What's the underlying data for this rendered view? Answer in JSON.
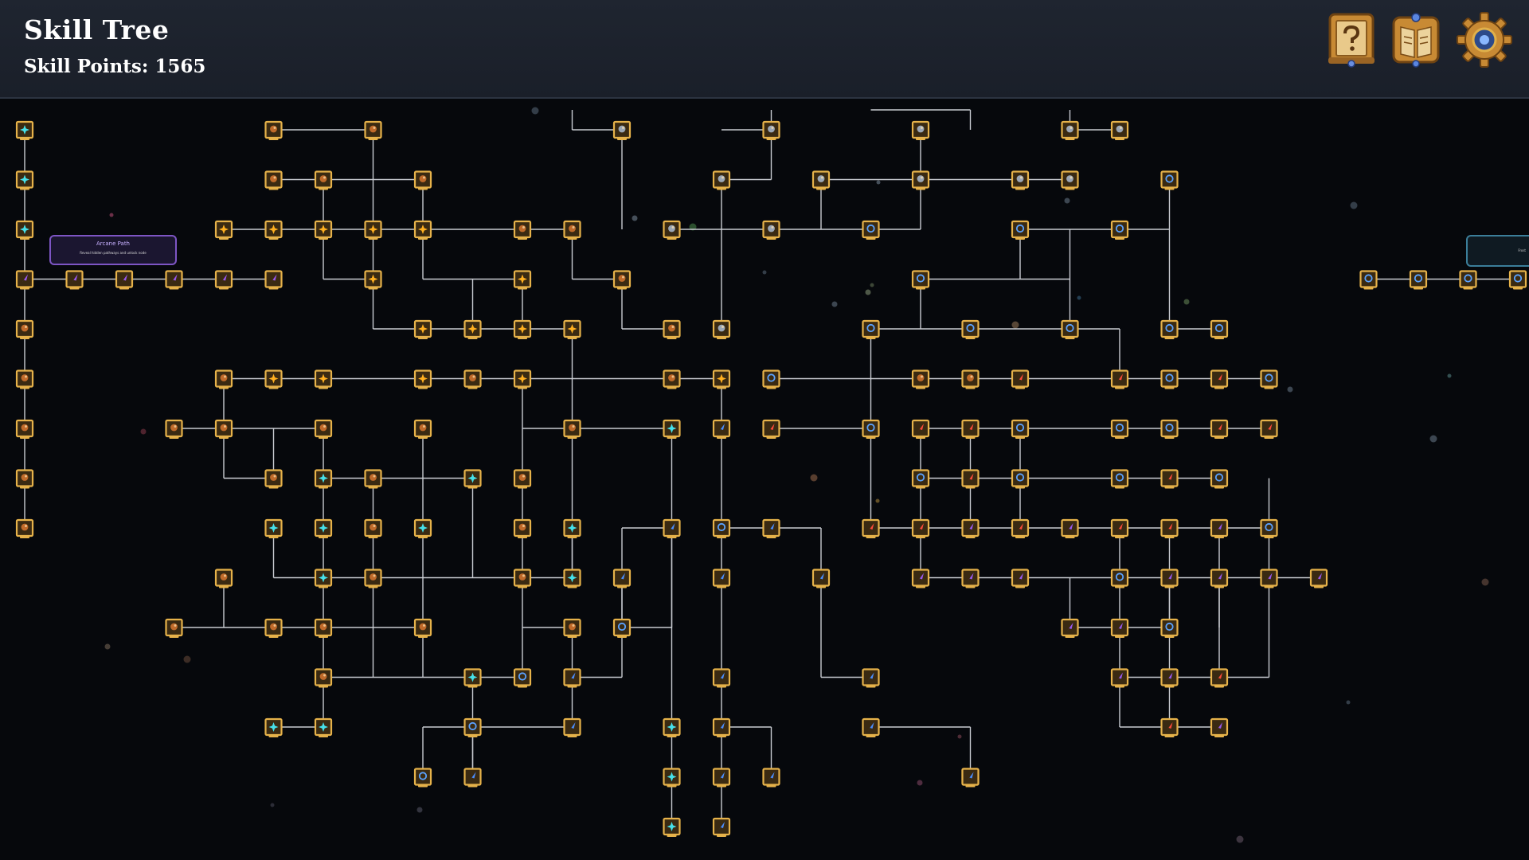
{
  "header": {
    "title": "Skill Tree",
    "skill_points": "Skill Points: 1565",
    "buttons": [
      {
        "name": "help-button",
        "icon": "question-scroll-icon"
      },
      {
        "name": "book-button",
        "icon": "spellbook-icon"
      },
      {
        "name": "settings-button",
        "icon": "gear-icon"
      }
    ]
  },
  "tooltips": {
    "left": {
      "title": "Arcane Path",
      "body": "Reveal hidden pathways and unlock node"
    },
    "right": {
      "title": "Frost"
    }
  },
  "colors": {
    "background": "#06080c",
    "header": "#1f2530",
    "node_frame": "#e6b24a",
    "node_inner": "#3a2a12",
    "connector": "#c9ccd2",
    "types": {
      "cyan": "#46e0ea",
      "fire": "#ffb020",
      "brown": "#c06a2a",
      "purple": "#9a58f0",
      "blue": "#4a8dff",
      "red": "#ff4a3c",
      "gray": "#9aa6b5",
      "ring": "#5aa2ff"
    }
  },
  "skill_tree": {
    "node_types": {
      "c": "cyan",
      "f": "fire",
      "b": "brown",
      "p": "purple",
      "u": "blue",
      "r": "red",
      "g": "gray",
      "o": "ring"
    },
    "nodes": [
      [
        0,
        0,
        "c"
      ],
      [
        0,
        1,
        "c"
      ],
      [
        0,
        2,
        "c"
      ],
      [
        0,
        3,
        "p"
      ],
      [
        0,
        4,
        "b"
      ],
      [
        0,
        5,
        "b"
      ],
      [
        0,
        6,
        "b"
      ],
      [
        0,
        7,
        "b"
      ],
      [
        0,
        8,
        "b"
      ],
      [
        1,
        3,
        "p"
      ],
      [
        2,
        3,
        "p"
      ],
      [
        3,
        3,
        "p"
      ],
      [
        4,
        3,
        "p"
      ],
      [
        5,
        3,
        "p"
      ],
      [
        5,
        0,
        "b"
      ],
      [
        7,
        0,
        "b"
      ],
      [
        5,
        1,
        "b"
      ],
      [
        6,
        1,
        "b"
      ],
      [
        8,
        1,
        "b"
      ],
      [
        4,
        2,
        "f"
      ],
      [
        5,
        2,
        "f"
      ],
      [
        6,
        2,
        "f"
      ],
      [
        7,
        2,
        "f"
      ],
      [
        8,
        2,
        "f"
      ],
      [
        10,
        2,
        "b"
      ],
      [
        11,
        2,
        "b"
      ],
      [
        7,
        3,
        "f"
      ],
      [
        10,
        3,
        "f"
      ],
      [
        12,
        3,
        "b"
      ],
      [
        8,
        4,
        "f"
      ],
      [
        9,
        4,
        "f"
      ],
      [
        10,
        4,
        "f"
      ],
      [
        11,
        4,
        "f"
      ],
      [
        13,
        4,
        "b"
      ],
      [
        14,
        4,
        "g"
      ],
      [
        4,
        5,
        "b"
      ],
      [
        5,
        5,
        "f"
      ],
      [
        6,
        5,
        "f"
      ],
      [
        8,
        5,
        "f"
      ],
      [
        9,
        5,
        "b"
      ],
      [
        10,
        5,
        "f"
      ],
      [
        13,
        5,
        "b"
      ],
      [
        14,
        5,
        "f"
      ],
      [
        15,
        5,
        "o"
      ],
      [
        3,
        6,
        "b"
      ],
      [
        4,
        6,
        "b"
      ],
      [
        6,
        6,
        "b"
      ],
      [
        8,
        6,
        "b"
      ],
      [
        11,
        6,
        "b"
      ],
      [
        13,
        6,
        "c"
      ],
      [
        14,
        6,
        "u"
      ],
      [
        15,
        6,
        "r"
      ],
      [
        5,
        7,
        "b"
      ],
      [
        6,
        7,
        "c"
      ],
      [
        7,
        7,
        "b"
      ],
      [
        9,
        7,
        "c"
      ],
      [
        10,
        7,
        "b"
      ],
      [
        5,
        8,
        "c"
      ],
      [
        6,
        8,
        "c"
      ],
      [
        7,
        8,
        "b"
      ],
      [
        8,
        8,
        "c"
      ],
      [
        10,
        8,
        "b"
      ],
      [
        11,
        8,
        "c"
      ],
      [
        13,
        8,
        "u"
      ],
      [
        14,
        8,
        "o"
      ],
      [
        15,
        8,
        "u"
      ],
      [
        4,
        9,
        "b"
      ],
      [
        6,
        9,
        "c"
      ],
      [
        7,
        9,
        "b"
      ],
      [
        10,
        9,
        "b"
      ],
      [
        11,
        9,
        "c"
      ],
      [
        12,
        9,
        "u"
      ],
      [
        14,
        9,
        "u"
      ],
      [
        16,
        9,
        "u"
      ],
      [
        3,
        10,
        "b"
      ],
      [
        5,
        10,
        "b"
      ],
      [
        6,
        10,
        "b"
      ],
      [
        8,
        10,
        "b"
      ],
      [
        11,
        10,
        "b"
      ],
      [
        12,
        10,
        "o"
      ],
      [
        6,
        11,
        "b"
      ],
      [
        9,
        11,
        "c"
      ],
      [
        10,
        11,
        "o"
      ],
      [
        11,
        11,
        "u"
      ],
      [
        14,
        11,
        "u"
      ],
      [
        17,
        11,
        "u"
      ],
      [
        5,
        12,
        "c"
      ],
      [
        6,
        12,
        "c"
      ],
      [
        9,
        12,
        "o"
      ],
      [
        11,
        12,
        "u"
      ],
      [
        13,
        12,
        "c"
      ],
      [
        14,
        12,
        "u"
      ],
      [
        17,
        12,
        "u"
      ],
      [
        8,
        13,
        "o"
      ],
      [
        9,
        13,
        "u"
      ],
      [
        13,
        13,
        "c"
      ],
      [
        14,
        13,
        "u"
      ],
      [
        15,
        13,
        "u"
      ],
      [
        19,
        13,
        "u"
      ],
      [
        13,
        14,
        "c"
      ],
      [
        14,
        14,
        "u"
      ],
      [
        12,
        0,
        "g"
      ],
      [
        15,
        0,
        "g"
      ],
      [
        18,
        0,
        "g"
      ],
      [
        21,
        0,
        "g"
      ],
      [
        22,
        0,
        "g"
      ],
      [
        14,
        1,
        "g"
      ],
      [
        16,
        1,
        "g"
      ],
      [
        18,
        1,
        "g"
      ],
      [
        20,
        1,
        "g"
      ],
      [
        21,
        1,
        "g"
      ],
      [
        23,
        1,
        "o"
      ],
      [
        13,
        2,
        "g"
      ],
      [
        15,
        2,
        "g"
      ],
      [
        17,
        2,
        "o"
      ],
      [
        20,
        2,
        "o"
      ],
      [
        22,
        2,
        "o"
      ],
      [
        18,
        3,
        "o"
      ],
      [
        17,
        4,
        "o"
      ],
      [
        19,
        4,
        "o"
      ],
      [
        21,
        4,
        "o"
      ],
      [
        23,
        4,
        "o"
      ],
      [
        24,
        4,
        "o"
      ],
      [
        18,
        5,
        "b"
      ],
      [
        19,
        5,
        "b"
      ],
      [
        20,
        5,
        "r"
      ],
      [
        22,
        5,
        "r"
      ],
      [
        23,
        5,
        "o"
      ],
      [
        24,
        5,
        "r"
      ],
      [
        25,
        5,
        "o"
      ],
      [
        17,
        6,
        "o"
      ],
      [
        18,
        6,
        "r"
      ],
      [
        19,
        6,
        "r"
      ],
      [
        20,
        6,
        "o"
      ],
      [
        22,
        6,
        "o"
      ],
      [
        23,
        6,
        "o"
      ],
      [
        24,
        6,
        "r"
      ],
      [
        25,
        6,
        "r"
      ],
      [
        18,
        7,
        "o"
      ],
      [
        19,
        7,
        "r"
      ],
      [
        20,
        7,
        "o"
      ],
      [
        22,
        7,
        "o"
      ],
      [
        23,
        7,
        "r"
      ],
      [
        24,
        7,
        "o"
      ],
      [
        17,
        8,
        "r"
      ],
      [
        18,
        8,
        "r"
      ],
      [
        19,
        8,
        "p"
      ],
      [
        20,
        8,
        "r"
      ],
      [
        21,
        8,
        "p"
      ],
      [
        22,
        8,
        "r"
      ],
      [
        23,
        8,
        "r"
      ],
      [
        24,
        8,
        "p"
      ],
      [
        25,
        8,
        "o"
      ],
      [
        18,
        9,
        "p"
      ],
      [
        19,
        9,
        "p"
      ],
      [
        20,
        9,
        "p"
      ],
      [
        22,
        9,
        "o"
      ],
      [
        23,
        9,
        "p"
      ],
      [
        24,
        9,
        "p"
      ],
      [
        25,
        9,
        "p"
      ],
      [
        26,
        9,
        "p"
      ],
      [
        21,
        10,
        "p"
      ],
      [
        22,
        10,
        "p"
      ],
      [
        23,
        10,
        "o"
      ],
      [
        22,
        11,
        "p"
      ],
      [
        23,
        11,
        "p"
      ],
      [
        24,
        11,
        "r"
      ],
      [
        23,
        12,
        "r"
      ],
      [
        24,
        12,
        "p"
      ],
      [
        19,
        13,
        "u"
      ],
      [
        27,
        3,
        "o"
      ],
      [
        28,
        3,
        "o"
      ],
      [
        29,
        3,
        "o"
      ],
      [
        30,
        3,
        "o"
      ]
    ],
    "edges": [
      [
        0,
        0,
        0,
        1
      ],
      [
        0,
        1,
        0,
        2
      ],
      [
        0,
        2,
        0,
        3
      ],
      [
        0,
        3,
        0,
        4
      ],
      [
        0,
        4,
        0,
        5
      ],
      [
        0,
        5,
        0,
        6
      ],
      [
        0,
        6,
        0,
        7
      ],
      [
        0,
        7,
        0,
        8
      ],
      [
        0,
        3,
        5,
        3
      ],
      [
        27,
        3,
        30,
        3
      ],
      [
        5,
        0,
        7,
        0
      ],
      [
        7,
        0,
        7,
        1
      ],
      [
        7,
        1,
        7,
        2
      ],
      [
        7,
        2,
        7,
        3
      ],
      [
        7,
        3,
        7,
        4
      ],
      [
        7,
        4,
        11,
        4
      ],
      [
        11,
        4,
        11,
        9
      ],
      [
        5,
        1,
        8,
        1
      ],
      [
        8,
        1,
        8,
        2
      ],
      [
        8,
        2,
        8,
        3
      ],
      [
        8,
        3,
        10,
        3
      ],
      [
        9,
        3,
        9,
        4
      ],
      [
        10,
        3,
        10,
        4
      ],
      [
        6,
        1,
        6,
        2
      ],
      [
        6,
        2,
        6,
        3
      ],
      [
        6,
        3,
        7,
        3
      ],
      [
        4,
        2,
        11,
        2
      ],
      [
        11,
        2,
        11,
        3
      ],
      [
        11,
        3,
        12,
        3
      ],
      [
        12,
        3,
        12,
        4
      ],
      [
        12,
        4,
        13,
        4
      ],
      [
        4,
        5,
        14,
        5
      ],
      [
        4,
        5,
        4,
        7
      ],
      [
        4,
        7,
        5,
        7
      ],
      [
        5,
        7,
        5,
        6
      ],
      [
        3,
        6,
        6,
        6
      ],
      [
        10,
        5,
        10,
        9
      ],
      [
        10,
        6,
        11,
        6
      ],
      [
        11,
        6,
        13,
        6
      ],
      [
        6,
        6,
        6,
        11
      ],
      [
        6,
        7,
        9,
        7
      ],
      [
        7,
        7,
        7,
        11
      ],
      [
        8,
        6,
        8,
        8
      ],
      [
        8,
        8,
        8,
        11
      ],
      [
        5,
        8,
        5,
        9
      ],
      [
        5,
        9,
        11,
        9
      ],
      [
        9,
        7,
        9,
        9
      ],
      [
        4,
        9,
        4,
        10
      ],
      [
        3,
        10,
        8,
        10
      ],
      [
        11,
        8,
        11,
        9
      ],
      [
        10,
        9,
        10,
        11
      ],
      [
        10,
        10,
        11,
        10
      ],
      [
        6,
        11,
        10,
        11
      ],
      [
        9,
        11,
        9,
        13
      ],
      [
        12,
        9,
        12,
        10
      ],
      [
        12,
        10,
        12,
        11
      ],
      [
        12,
        11,
        11,
        11
      ],
      [
        11,
        10,
        11,
        12
      ],
      [
        12,
        8,
        13,
        8
      ],
      [
        12,
        8,
        12,
        10
      ],
      [
        13,
        6,
        13,
        8
      ],
      [
        13,
        8,
        13,
        10
      ],
      [
        13,
        10,
        12,
        10
      ],
      [
        6,
        11,
        6,
        12
      ],
      [
        5,
        12,
        6,
        12
      ],
      [
        8,
        12,
        11,
        12
      ],
      [
        8,
        12,
        8,
        13
      ],
      [
        9,
        12,
        9,
        13
      ],
      [
        13,
        8,
        13,
        14
      ],
      [
        14,
        5,
        14,
        14
      ],
      [
        14,
        8,
        16,
        8
      ],
      [
        16,
        8,
        16,
        11
      ],
      [
        16,
        11,
        17,
        11
      ],
      [
        14,
        12,
        15,
        12
      ],
      [
        15,
        12,
        15,
        13
      ],
      [
        17,
        12,
        19,
        12
      ],
      [
        19,
        12,
        19,
        13
      ],
      [
        12,
        0,
        12,
        2
      ],
      [
        11,
        -0.4,
        11,
        0
      ],
      [
        11,
        0,
        12,
        0
      ],
      [
        15,
        -0.4,
        15,
        0
      ],
      [
        14,
        0,
        15,
        0
      ],
      [
        15,
        0,
        15,
        1
      ],
      [
        14,
        1,
        15,
        1
      ],
      [
        14,
        1,
        14,
        4
      ],
      [
        13,
        2,
        18,
        2
      ],
      [
        16,
        1,
        16,
        2
      ],
      [
        16,
        1,
        21,
        1
      ],
      [
        18,
        0,
        18,
        2
      ],
      [
        18,
        -0.4,
        19,
        -0.4
      ],
      [
        19,
        -0.4,
        19,
        0
      ],
      [
        17,
        -0.4,
        18,
        -0.4
      ],
      [
        21,
        0,
        22,
        0
      ],
      [
        21,
        -0.4,
        21,
        0
      ],
      [
        20,
        2,
        23,
        2
      ],
      [
        20,
        2,
        20,
        3
      ],
      [
        18,
        3,
        21,
        3
      ],
      [
        18,
        3,
        18,
        4
      ],
      [
        21,
        2,
        21,
        4
      ],
      [
        23,
        1,
        23,
        4
      ],
      [
        17,
        4,
        22,
        4
      ],
      [
        22,
        4,
        22,
        5
      ],
      [
        23,
        4,
        24,
        4
      ],
      [
        15,
        5,
        25,
        5
      ],
      [
        17,
        4,
        17,
        8
      ],
      [
        15,
        6,
        17,
        6
      ],
      [
        18,
        6,
        25,
        6
      ],
      [
        18,
        7,
        24,
        7
      ],
      [
        25,
        7,
        25,
        8
      ],
      [
        17,
        8,
        25,
        8
      ],
      [
        18,
        6,
        18,
        9
      ],
      [
        19,
        6,
        19,
        8
      ],
      [
        20,
        6,
        20,
        8
      ],
      [
        18,
        9,
        26,
        9
      ],
      [
        21,
        9,
        21,
        10
      ],
      [
        23,
        9,
        23,
        10
      ],
      [
        24,
        8,
        24,
        10
      ],
      [
        22,
        8,
        22,
        12
      ],
      [
        23,
        8,
        23,
        12
      ],
      [
        22,
        12,
        24,
        12
      ],
      [
        24,
        9,
        24,
        11
      ],
      [
        24,
        11,
        25,
        11
      ],
      [
        25,
        8,
        25,
        11
      ],
      [
        21,
        10,
        22,
        10
      ],
      [
        22,
        10,
        23,
        10
      ],
      [
        22,
        11,
        24,
        11
      ]
    ]
  }
}
